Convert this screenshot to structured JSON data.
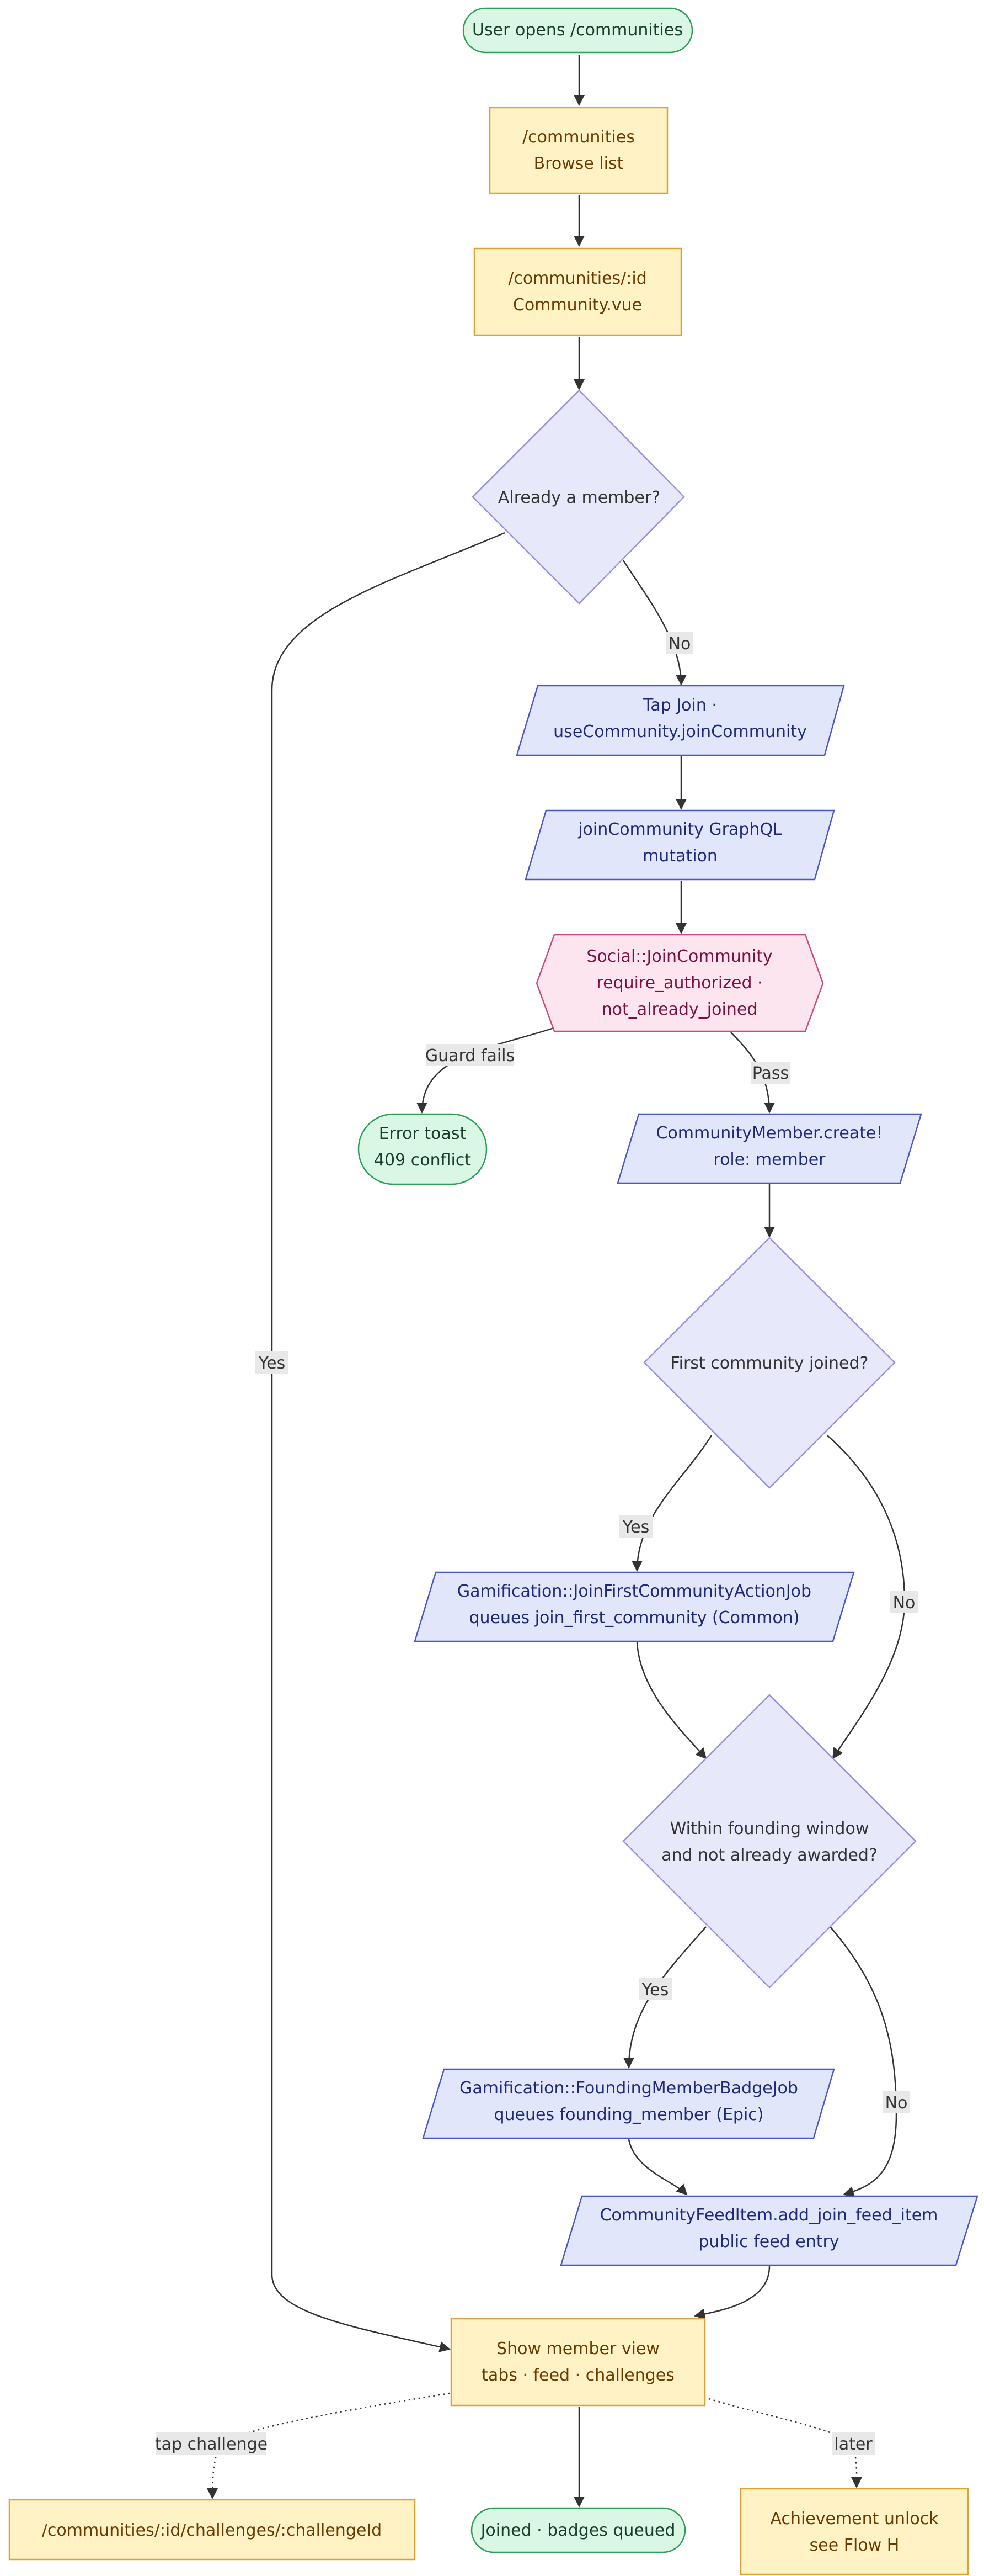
{
  "colors": {
    "terminal_fill": "#d9f7e4",
    "terminal_stroke": "#2f9e57",
    "terminal_text": "#1a3d27",
    "page_fill": "#fff2c4",
    "page_stroke": "#d9a33a",
    "page_text": "#6b3a00",
    "decision_fill": "#e8e8fb",
    "decision_stroke": "#9a8fe0",
    "decision_text": "#333333",
    "io_fill": "#e1e6fb",
    "io_stroke": "#4b57c8",
    "io_text": "#1e2a7a",
    "guard_fill": "#fde5f0",
    "guard_stroke": "#d0467e",
    "guard_text": "#7a1140",
    "edge": "#333333",
    "label_bg": "#e8e8e8"
  },
  "nodes": {
    "start": [
      "User opens /communities"
    ],
    "browse": [
      "/communities",
      "Browse list"
    ],
    "community": [
      "/communities/:id",
      "Community.vue"
    ],
    "already_member": [
      "Already a member?"
    ],
    "tap_join": [
      "Tap Join ·",
      "useCommunity.joinCommunity"
    ],
    "mutation": [
      "joinCommunity GraphQL",
      "mutation"
    ],
    "guard": [
      "Social::JoinCommunity",
      "require_authorized ·",
      "not_already_joined"
    ],
    "error_toast": [
      "Error toast",
      "409 conflict"
    ],
    "member_create": [
      "CommunityMember.create!",
      "role: member"
    ],
    "first_joined": [
      "First community joined?"
    ],
    "first_job": [
      "Gamification::JoinFirstCommunityActionJob",
      "queues join_first_community (Common)"
    ],
    "founding_window": [
      "Within founding window",
      "and not already awarded?"
    ],
    "founding_job": [
      "Gamification::FoundingMemberBadgeJob",
      "queues founding_member (Epic)"
    ],
    "feed_item": [
      "CommunityFeedItem.add_join_feed_item",
      "public feed entry"
    ],
    "member_view": [
      "Show member view",
      "tabs · feed · challenges"
    ],
    "challenge": [
      "/communities/:id/challenges/:challengeId"
    ],
    "joined": [
      "Joined · badges queued"
    ],
    "achievement": [
      "Achievement unlock",
      "see Flow H"
    ]
  },
  "edge_labels": {
    "no_join": "No",
    "yes_member": "Yes",
    "guard_fails": "Guard fails",
    "pass": "Pass",
    "yes_first": "Yes",
    "no_first": "No",
    "yes_founding": "Yes",
    "no_founding": "No",
    "tap_challenge": "tap challenge",
    "later": "later"
  }
}
